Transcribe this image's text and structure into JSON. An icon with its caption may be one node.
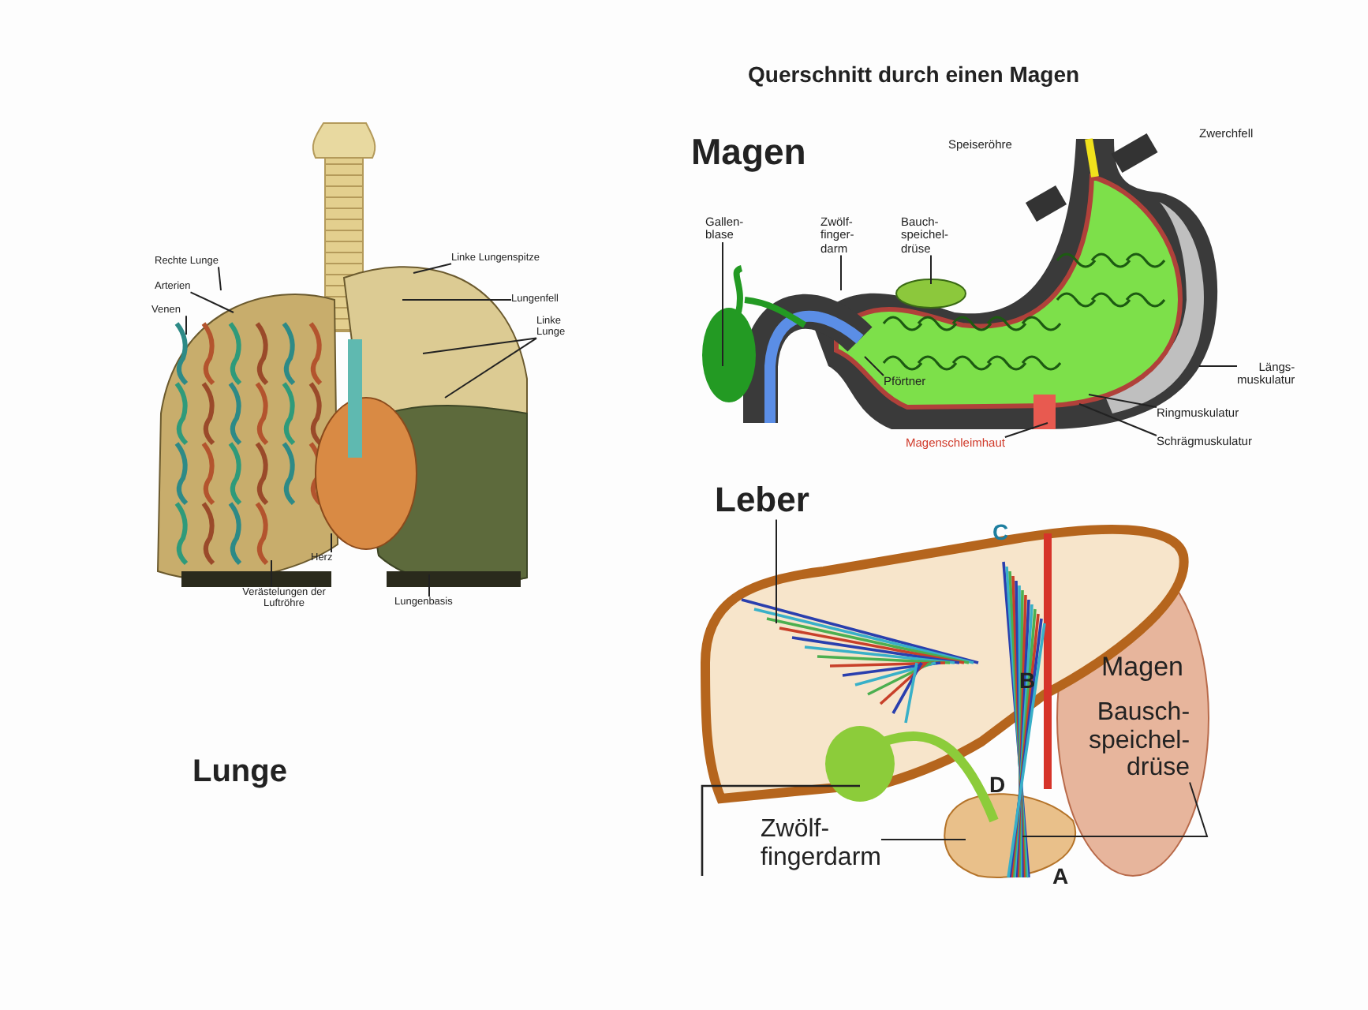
{
  "diagram": {
    "title": "Querschnitt durch einen Magen",
    "nodes": [
      {
        "text": [
          "Rechte Lunge"
        ]
      },
      {
        "text": [
          "Arterien"
        ]
      },
      {
        "text": [
          "Venen"
        ]
      },
      {
        "text": [
          "Linke Lungenspitze"
        ]
      },
      {
        "text": [
          "Lungenfell"
        ]
      },
      {
        "text": [
          "Linke Lunge"
        ]
      },
      {
        "text": [
          "Herz"
        ]
      },
      {
        "text": [
          "Verästelungen der Luftröhre"
        ]
      },
      {
        "text": [
          "Lungenbasis"
        ]
      },
      {
        "text": [
          "Gallen- blase"
        ]
      },
      {
        "text": [
          "Zwölf- finger- darm"
        ]
      },
      {
        "text": [
          "Bauch- speichel- drüse"
        ]
      },
      {
        "text": [
          "Pförtner"
        ]
      },
      {
        "text": [
          "Längs- muskulatur"
        ]
      },
      {
        "text": [
          "Ringmuskulatur"
        ]
      },
      {
        "text": [
          "Schrägmuskulatur"
        ]
      },
      {
        "text": [
          "Magenschleimhaut"
        ]
      },
      {
        "text": [
          "Leber"
        ]
      },
      {
        "text": [
          "Bausch- speichel- drüse"
        ]
      },
      {
        "text": [
          "Zwölf- fingerdarm"
        ]
      }
    ],
    "edges": [
      {
        "from": 0,
        "to": null,
        "arrow": "none"
      },
      {
        "from": 1,
        "to": null,
        "arrow": "none"
      },
      {
        "from": 2,
        "to": null,
        "arrow": "none"
      },
      {
        "from": 3,
        "to": null,
        "arrow": "none"
      },
      {
        "from": 4,
        "to": null,
        "arrow": "none"
      },
      {
        "from": 5,
        "to": null,
        "arrow": "none"
      },
      {
        "from": 5,
        "to": null,
        "arrow": "none"
      },
      {
        "from": 6,
        "to": null,
        "arrow": "none"
      },
      {
        "from": 7,
        "to": null,
        "arrow": "none"
      },
      {
        "from": 8,
        "to": null,
        "arrow": "none"
      },
      {
        "from": 9,
        "to": null,
        "arrow": "none"
      },
      {
        "from": 10,
        "to": null,
        "arrow": "none"
      },
      {
        "from": 11,
        "to": null,
        "arrow": "none"
      },
      {
        "from": 12,
        "to": null,
        "arrow": "none"
      },
      {
        "from": 13,
        "to": null,
        "arrow": "none"
      },
      {
        "from": 14,
        "to": null,
        "arrow": "none"
      },
      {
        "from": 15,
        "to": null,
        "arrow": "none"
      },
      {
        "from": 16,
        "to": null,
        "arrow": "none"
      },
      {
        "from": 17,
        "to": null,
        "arrow": "none"
      },
      {
        "from": 18,
        "to": null,
        "arrow": "none"
      },
      {
        "from": 19,
        "to": null,
        "arrow": "none"
      }
    ],
    "labels": [
      "Magen",
      "Speiseröhre",
      "Zwerchfell",
      "C",
      "B",
      "Magen",
      "D",
      "A",
      "Lunge"
    ]
  }
}
